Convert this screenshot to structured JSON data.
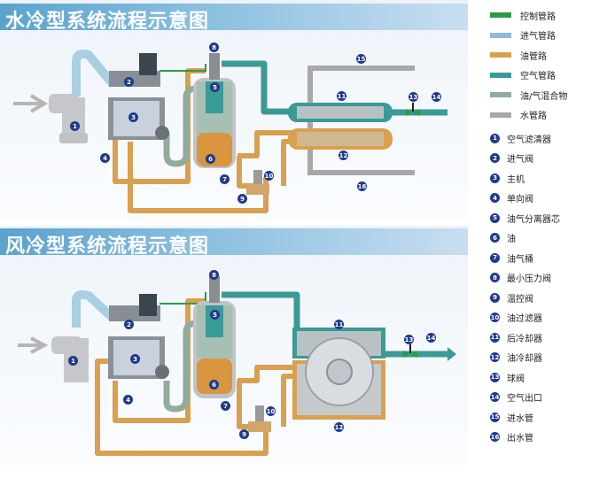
{
  "diagrams": [
    {
      "title": "水冷型系统流程示意图",
      "cooling_type": "water"
    },
    {
      "title": "风冷型系统流程示意图",
      "cooling_type": "air"
    }
  ],
  "legend": [
    {
      "label": "控制管路",
      "color": "#2e9a45"
    },
    {
      "label": "进气管路",
      "color": "#8fbbd6"
    },
    {
      "label": "油管路",
      "color": "#d9a050"
    },
    {
      "label": "空气管路",
      "color": "#3a9a96"
    },
    {
      "label": "油/气混合物",
      "color": "#8fac9c"
    },
    {
      "label": "水管路",
      "color": "#a8a8a8"
    }
  ],
  "parts": [
    {
      "num": "1",
      "label": "空气滤清器"
    },
    {
      "num": "2",
      "label": "进气阀"
    },
    {
      "num": "3",
      "label": "主机"
    },
    {
      "num": "4",
      "label": "单向阀"
    },
    {
      "num": "5",
      "label": "油气分离器芯"
    },
    {
      "num": "6",
      "label": "油"
    },
    {
      "num": "7",
      "label": "油气桶"
    },
    {
      "num": "8",
      "label": "最小压力阀"
    },
    {
      "num": "9",
      "label": "温控阀"
    },
    {
      "num": "10",
      "label": "油过滤器"
    },
    {
      "num": "11",
      "label": "后冷却器"
    },
    {
      "num": "12",
      "label": "油冷却器"
    },
    {
      "num": "13",
      "label": "球阀"
    },
    {
      "num": "14",
      "label": "空气出口"
    },
    {
      "num": "15",
      "label": "进水管"
    },
    {
      "num": "16",
      "label": "出水管"
    }
  ],
  "colors": {
    "badge": "#1f3a8a",
    "title_band_start": "#5aa3cf",
    "title_band_end": "#c8def0"
  }
}
